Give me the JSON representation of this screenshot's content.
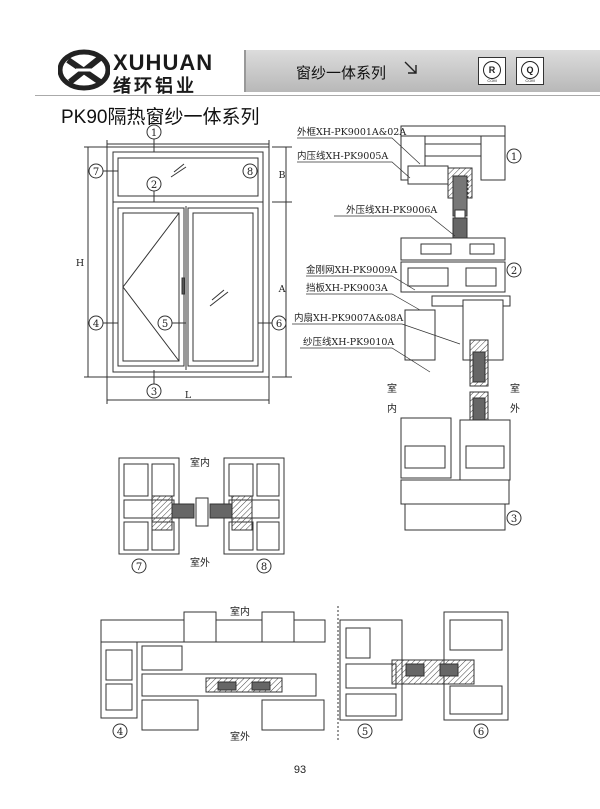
{
  "header": {
    "brand_en": "XUHUAN",
    "brand_cn": "绪环铝业",
    "series_label": "窗纱一体系列",
    "cert_left": "R",
    "cert_right": "Q",
    "cert_sub": "COM"
  },
  "page_title": {
    "model": "PK90",
    "name": "隔热窗纱一体系列"
  },
  "elevation": {
    "markers": [
      "1",
      "2",
      "3",
      "4",
      "5",
      "6",
      "7",
      "8"
    ],
    "dims": {
      "width": "L",
      "height": "H",
      "top": "B",
      "bottom": "A"
    }
  },
  "parts": [
    "外框XH-PK9001A&02A",
    "内压线XH-PK9005A",
    "外压线XH-PK9006A",
    "金刚网XH-PK9009A",
    "挡板XH-PK9003A",
    "内扇XH-PK9007A&08A",
    "纱压线XH-PK9010A"
  ],
  "sides": {
    "indoor": "室内",
    "outdoor": "室外",
    "in_v": [
      "室",
      "内"
    ],
    "out_v": [
      "室",
      "外"
    ]
  },
  "section_markers": {
    "right": [
      "1",
      "2",
      "3"
    ],
    "mid": [
      "7",
      "8"
    ],
    "bottom": [
      "4",
      "5",
      "6"
    ]
  },
  "page_number": "93",
  "colors": {
    "band": "#c8c8c8",
    "ink": "#222222"
  }
}
